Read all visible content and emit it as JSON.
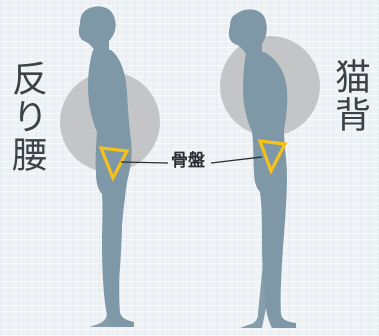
{
  "labels": {
    "left_posture": "反り腰",
    "right_posture": "猫背",
    "pelvis": "骨盤"
  },
  "colors": {
    "figure": "#7f98a7",
    "highlight_circle": "#c4c5c7",
    "pelvis_triangle": "#f4c21a",
    "text": "#3c4247",
    "background": "#eef2f5"
  }
}
